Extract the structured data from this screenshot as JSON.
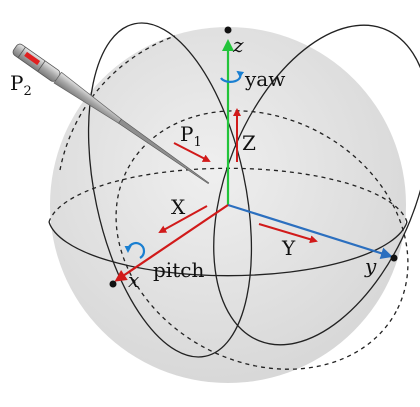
{
  "labels": {
    "z_axis": "z",
    "y_axis": "y",
    "x_axis": "x",
    "Z_dir": "Z",
    "X_dir": "X",
    "Y_dir": "Y",
    "yaw": "yaw",
    "pitch": "pitch",
    "P1_base": "P",
    "P1_sub": "1",
    "P2_base": "P",
    "P2_sub": "2"
  },
  "colors": {
    "sphere_fill": "#e3e3e3",
    "z_axis": "#22c43a",
    "y_axis": "#2b6fbf",
    "x_axis": "#d11a1a",
    "direction_arrows": "#d11a1a",
    "rotation_arrows": "#1a7fd1",
    "circles": "#222222",
    "probe_body": "#b8b8b8",
    "probe_tip_mark": "#e02020"
  },
  "icons": {
    "yaw_rotation": "curved-rotation-arrow-icon",
    "pitch_rotation": "curved-rotation-arrow-icon"
  }
}
